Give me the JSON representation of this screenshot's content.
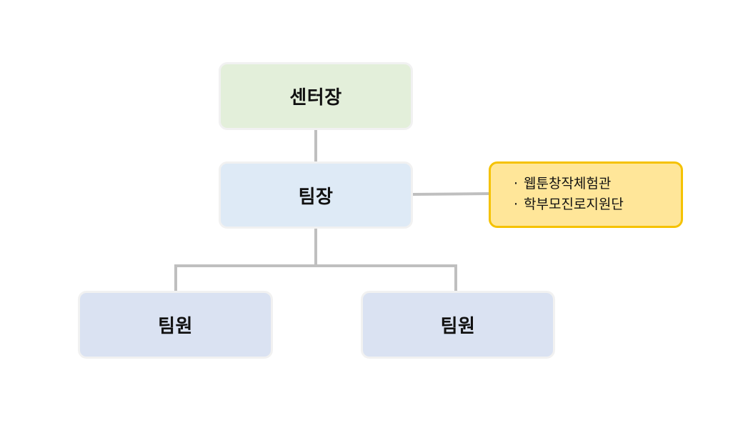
{
  "nodes": {
    "director": "센터장",
    "leader": "팀장",
    "members": [
      "팀원",
      "팀원"
    ]
  },
  "note": {
    "items": [
      "웹툰창작체험관",
      "학부모진로지원단"
    ],
    "bullet": "·"
  },
  "colors": {
    "director_fill": "#e3efda",
    "leader_fill": "#deeaf6",
    "member_fill": "#dae2f2",
    "note_fill": "#ffe699",
    "note_border": "#f5c200",
    "connector": "#bfbfbf"
  }
}
